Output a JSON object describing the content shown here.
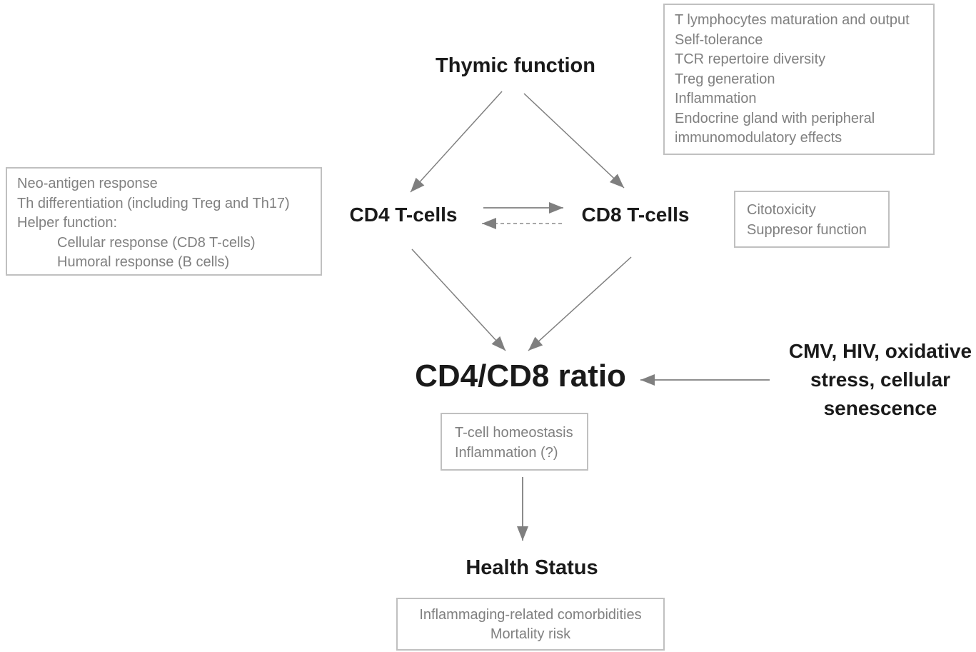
{
  "colors": {
    "background": "#ffffff",
    "heading_text": "#1a1a1a",
    "annotation_text": "#808080",
    "box_border": "#c0c0c0",
    "arrow": "#7f7f7f"
  },
  "nodes": {
    "thymic_function": "Thymic function",
    "cd4_tcells": "CD4 T-cells",
    "cd8_tcells": "CD8 T-cells",
    "cd4_cd8_ratio": "CD4/CD8 ratio",
    "health_status": "Health Status",
    "cmv_factors_lines": [
      "CMV, HIV, oxidative",
      "stress, cellular",
      "senescence"
    ]
  },
  "annotations": {
    "thymic_outputs": {
      "items": [
        "T lymphocytes maturation and output",
        "Self-tolerance",
        "TCR repertoire diversity",
        "Treg generation",
        "Inflammation",
        "Endocrine gland with peripheral immunomodulatory effects"
      ]
    },
    "cd4_functions": {
      "items": [
        "Neo-antigen response",
        "Th differentiation (including Treg and Th17)",
        "Helper function:"
      ],
      "indented_items": [
        "Cellular response (CD8 T-cells)",
        "Humoral response (B cells)"
      ]
    },
    "cd8_functions": {
      "items": [
        "Citotoxicity",
        "Suppresor function"
      ]
    },
    "ratio_roles": {
      "items": [
        "T-cell homeostasis",
        "Inflammation (?)"
      ]
    },
    "health_outcomes": {
      "items": [
        "Inflammaging-related comorbidities",
        "Mortality risk"
      ]
    }
  }
}
